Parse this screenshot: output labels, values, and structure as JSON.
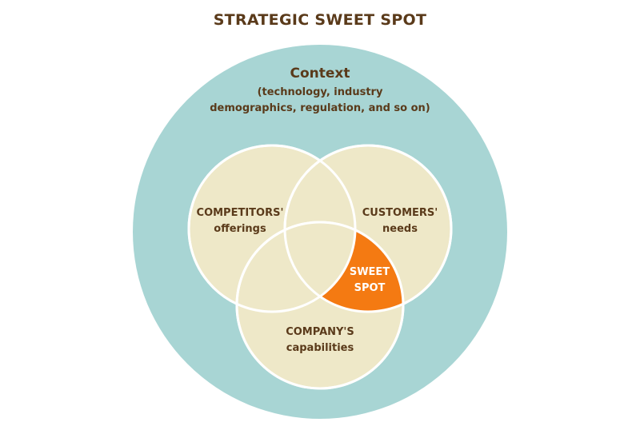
{
  "title": "STRATEGIC SWEET SPOT",
  "context": {
    "title": "Context",
    "line1": "(technology, industry",
    "line2": "demographics, regulation, and so on)"
  },
  "sets": {
    "competitors": {
      "line1": "COMPETITORS'",
      "line2": "offerings"
    },
    "customers": {
      "line1": "CUSTOMERS'",
      "line2": "needs"
    },
    "company": {
      "line1": "COMPANY'S",
      "line2": "capabilities"
    }
  },
  "sweet_spot": {
    "line1": "SWEET",
    "line2": "SPOT"
  },
  "colors": {
    "context_fill": "#a8d5d4",
    "set_fill": "#eee8c8",
    "outline": "#ffffff",
    "sweet_fill": "#f47a12",
    "text": "#5a3a1a"
  }
}
